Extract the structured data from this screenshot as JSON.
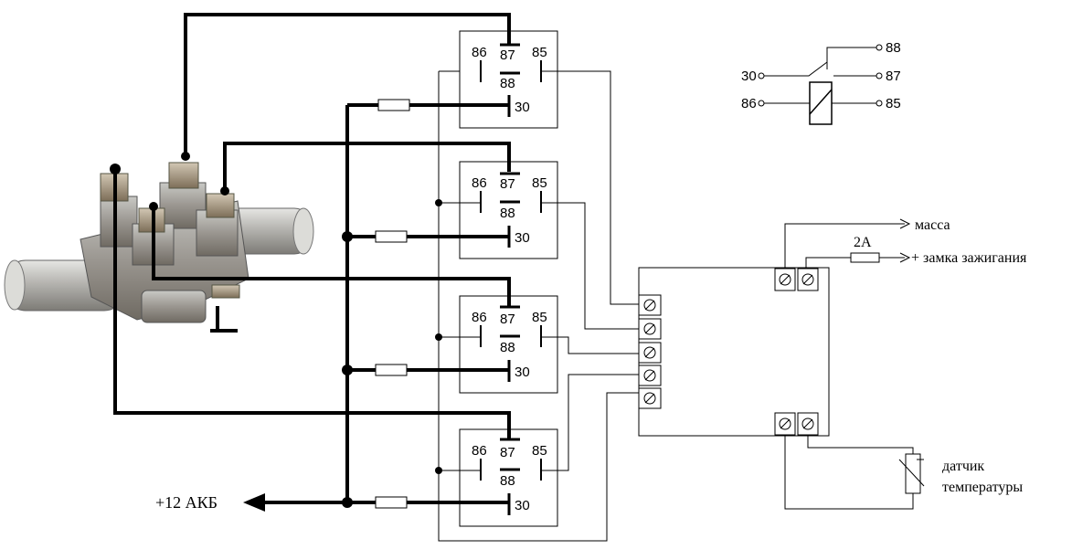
{
  "relay_pins": {
    "p86": "86",
    "p87": "87",
    "p85": "85",
    "p88": "88",
    "p30": "30"
  },
  "schematic": {
    "p88": "88",
    "p30": "30",
    "p87": "87",
    "p86": "86",
    "p85": "85"
  },
  "labels": {
    "battery": "+12 АКБ",
    "ground": "масса",
    "fuse_rating": "2А",
    "ignition": "+ замка зажигания",
    "sensor_line1": "датчик",
    "sensor_line2": "температуры"
  }
}
